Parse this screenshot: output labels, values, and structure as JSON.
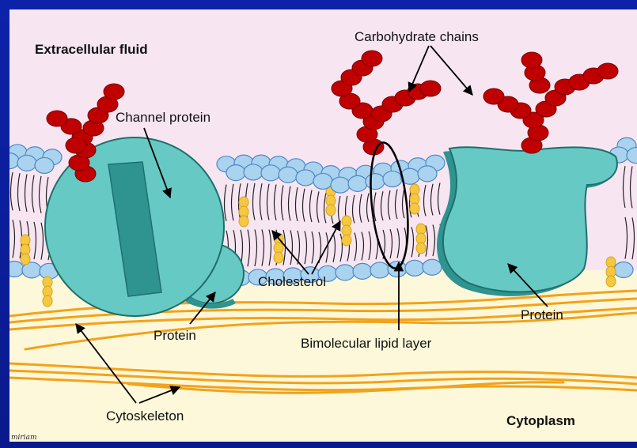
{
  "labels": {
    "extracellular_fluid": "Extracellular fluid",
    "carbohydrate_chains": "Carbohydrate chains",
    "channel_protein": "Channel protein",
    "cholesterol": "Cholesterol",
    "protein_left": "Protein",
    "protein_right": "Protein",
    "bimolecular_lipid_layer": "Bimolecular lipid layer",
    "cytoskeleton": "Cytoskeleton",
    "cytoplasm": "Cytoplasm",
    "signature": "miriam"
  },
  "colors": {
    "extracellular_bg": "#f7e6f2",
    "cytoplasm_bg": "#fdf8d9",
    "lipid_head": "#a9d3ef",
    "lipid_head_stroke": "#4f86c4",
    "protein_light": "#66c9c4",
    "protein_dark": "#2f948f",
    "carbohydrate": "#c00000",
    "cholesterol": "#f5c842",
    "cytoskeleton": "#f2a21c",
    "frame": "#0a1a8c"
  },
  "icons": [
    "carbohydrate-chain-icon",
    "phospholipid-head-icon",
    "cholesterol-icon",
    "channel-protein-icon",
    "cytoskeleton-fiber-icon"
  ]
}
